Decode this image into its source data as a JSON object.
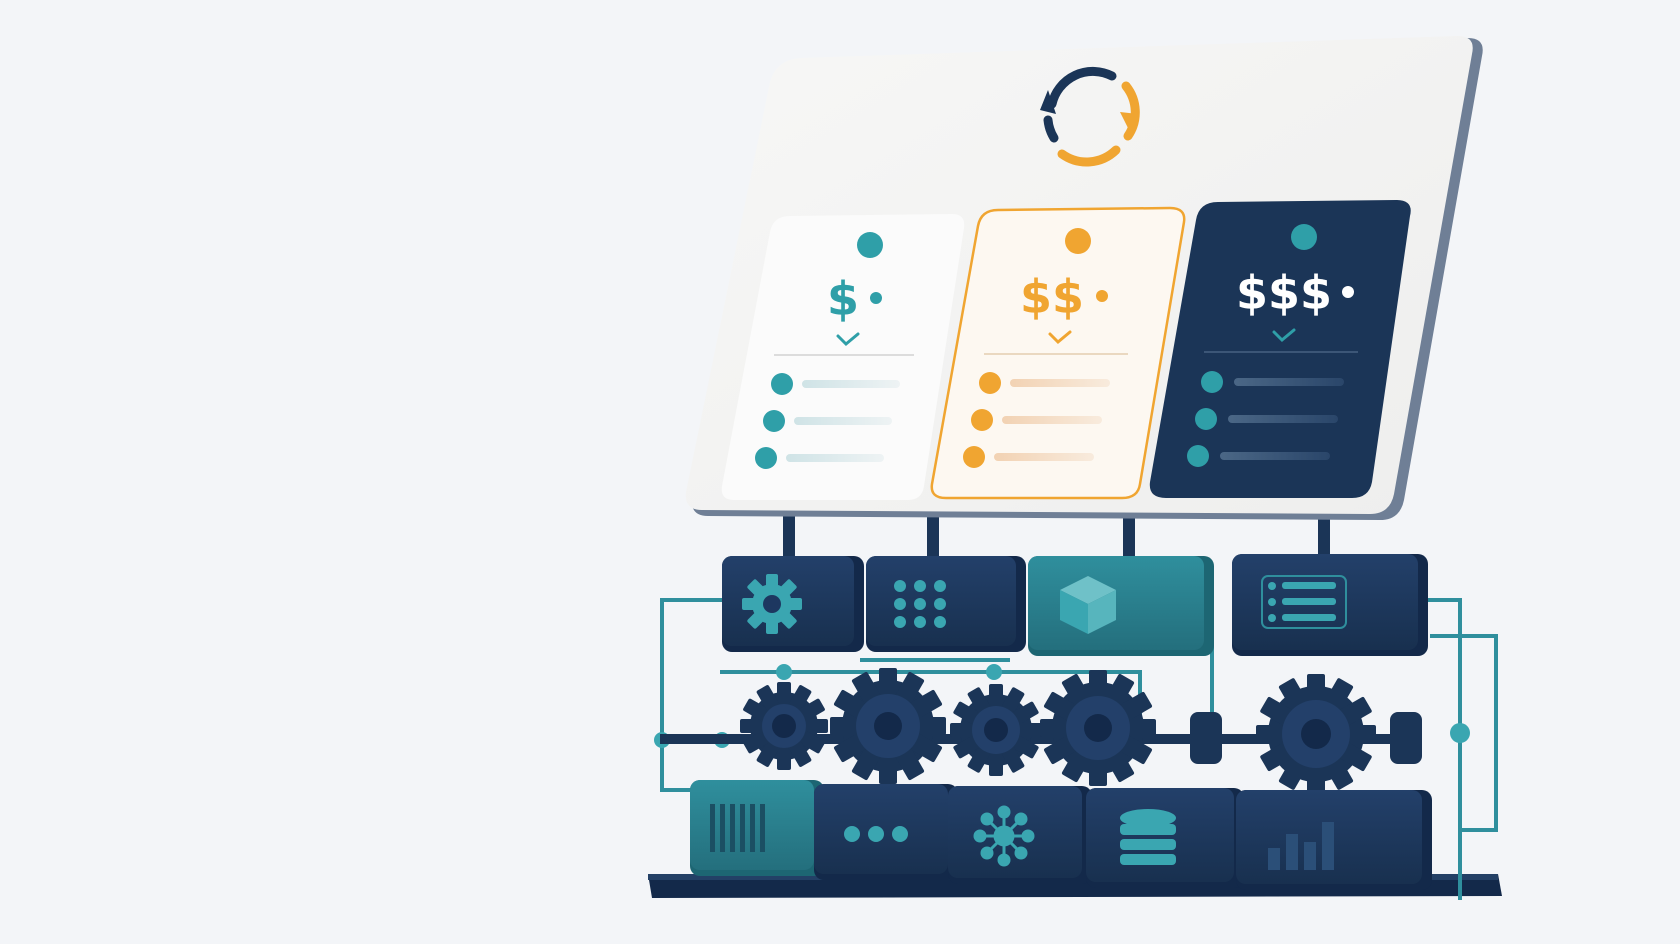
{
  "colors": {
    "background": "#f3f5f8",
    "navy": "#1b3557",
    "navy_dark": "#13294a",
    "teal": "#2f8f9d",
    "teal_light": "#3aa6b1",
    "orange": "#f0a531",
    "panel": "#f4f4f3"
  },
  "cycle_icon": {
    "icon": "refresh-cycle-icon"
  },
  "tiers": [
    {
      "price_label": "$",
      "style": "light",
      "accent": "#2f9fa8",
      "check_icon": "checkmark-icon",
      "feature_count": 3
    },
    {
      "price_label": "$$",
      "style": "highlighted",
      "accent": "#f0a531",
      "check_icon": "checkmark-icon",
      "feature_count": 3
    },
    {
      "price_label": "$$$",
      "style": "dark",
      "accent": "#2f9fa8",
      "check_icon": "checkmark-icon",
      "feature_count": 3
    }
  ],
  "upper_modules": [
    {
      "icon": "gear-icon"
    },
    {
      "icon": "grid-dots-icon"
    },
    {
      "icon": "cube-icon"
    },
    {
      "icon": "list-lines-icon"
    }
  ],
  "gears": [
    {
      "icon": "gear-icon",
      "size": "small"
    },
    {
      "icon": "gear-icon",
      "size": "large"
    },
    {
      "icon": "gear-icon",
      "size": "small"
    },
    {
      "icon": "gear-icon",
      "size": "large"
    },
    {
      "icon": "gear-icon",
      "size": "large"
    }
  ],
  "lower_modules": [
    {
      "icon": "barcode-icon"
    },
    {
      "icon": "ellipsis-icon"
    },
    {
      "icon": "network-hub-icon"
    },
    {
      "icon": "database-icon"
    },
    {
      "icon": "bar-chart-icon"
    }
  ]
}
